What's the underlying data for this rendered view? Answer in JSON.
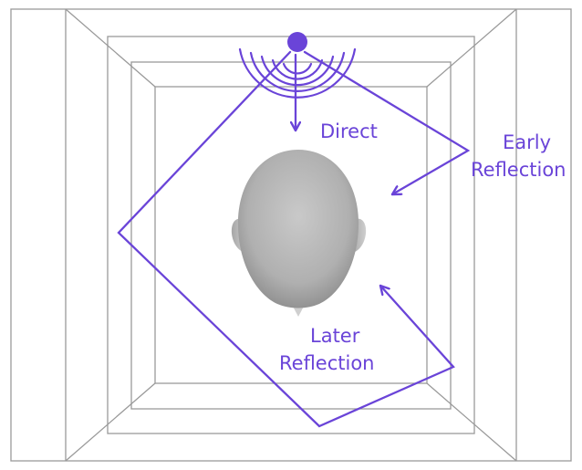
{
  "colors": {
    "accent": "#6a44d8",
    "room_lines": "#9a9a9a",
    "head_fill": "#b4b4b4"
  },
  "labels": {
    "direct": "Direct",
    "early_line1": "Early",
    "early_line2": "Reflection",
    "later_line1": "Later",
    "later_line2": "Reflection"
  },
  "icons": {
    "sound_source": "purple-dot",
    "listener": "head-top-view"
  }
}
